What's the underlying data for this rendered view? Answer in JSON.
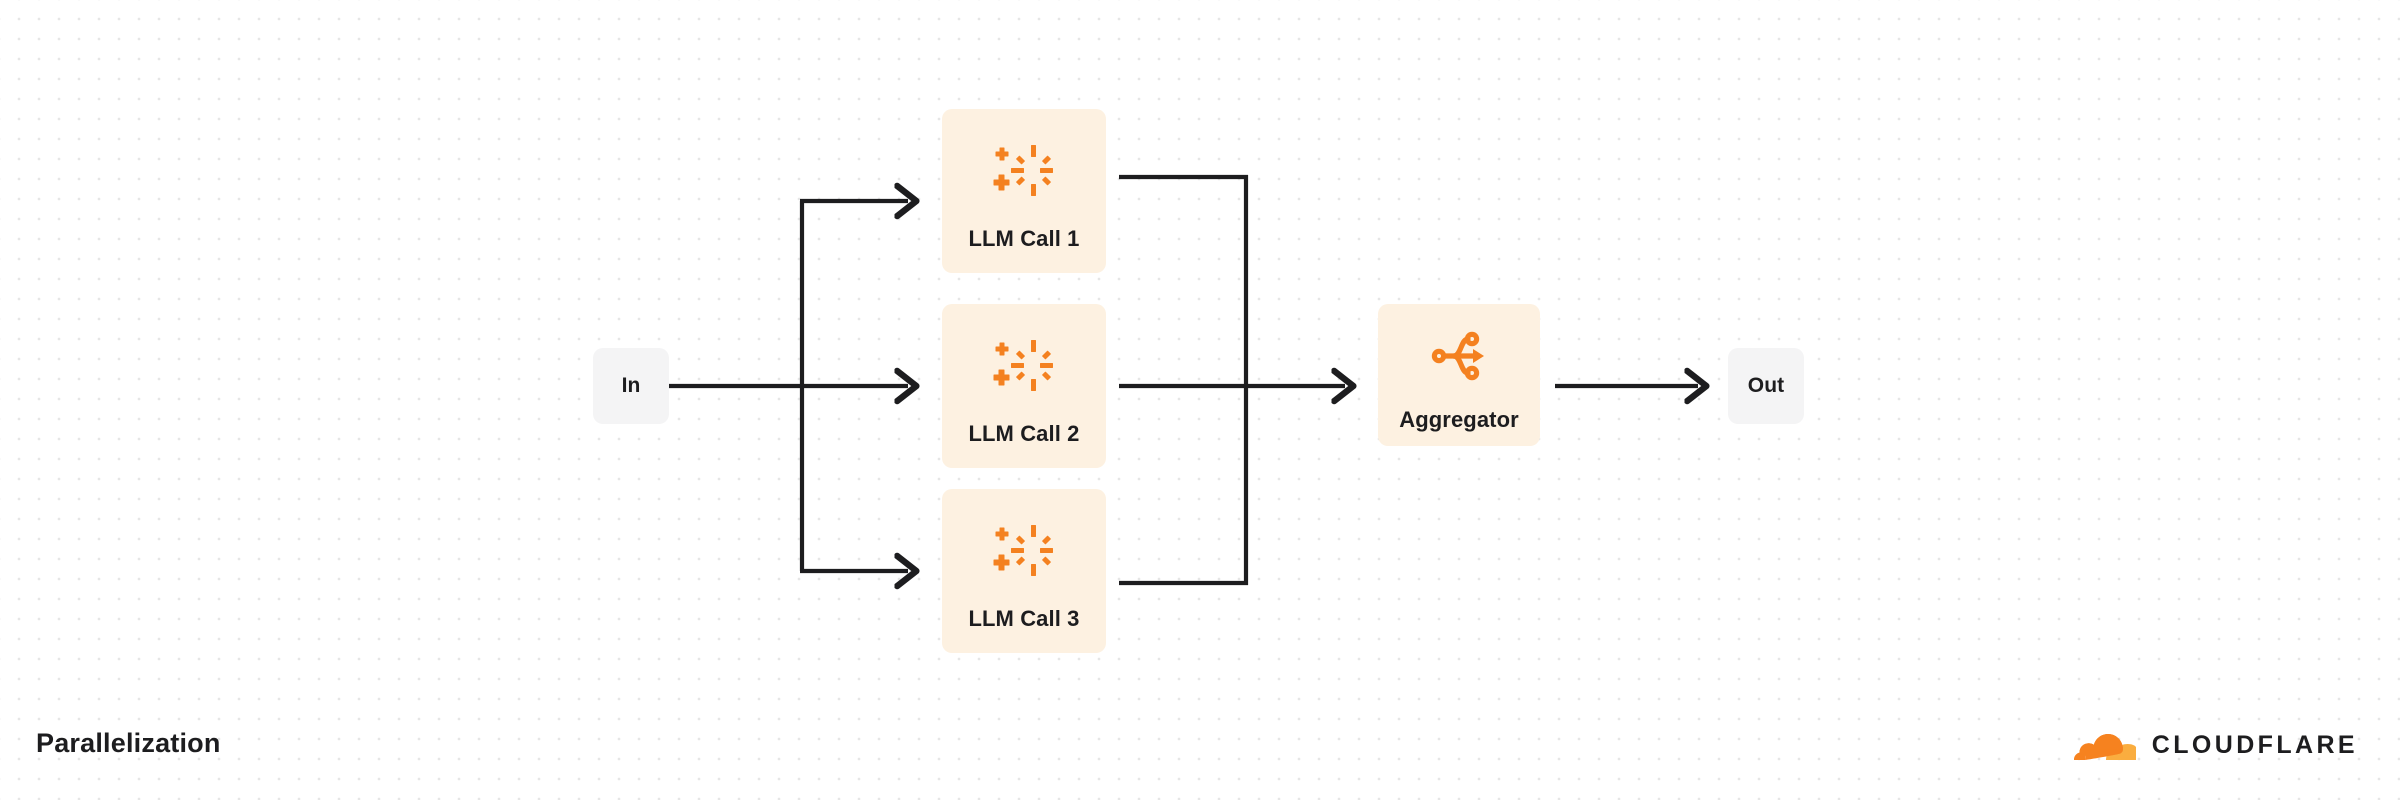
{
  "diagram": {
    "title": "Parallelization",
    "type": "workflow-diagram",
    "colors": {
      "accent_orange": "#f48120",
      "accent_orange_light": "#f6a03c",
      "node_llm_bg": "#fdf1e1",
      "node_io_bg": "#f4f4f5",
      "edge": "#1d1d1f",
      "text": "#1d1d1f",
      "dot_grid": "#e6e6e6"
    },
    "nodes": {
      "input": {
        "label": "In",
        "icon": "none"
      },
      "llm_calls": [
        {
          "label": "LLM Call 1",
          "icon": "sparkle-ai-icon"
        },
        {
          "label": "LLM Call 2",
          "icon": "sparkle-ai-icon"
        },
        {
          "label": "LLM Call 3",
          "icon": "sparkle-ai-icon"
        }
      ],
      "aggregator": {
        "label": "Aggregator",
        "icon": "merge-nodes-icon"
      },
      "output": {
        "label": "Out",
        "icon": "none"
      }
    },
    "edges": [
      {
        "from": "In",
        "to": "LLM Call 1",
        "style": "orthogonal-arrow"
      },
      {
        "from": "In",
        "to": "LLM Call 2",
        "style": "straight-arrow"
      },
      {
        "from": "In",
        "to": "LLM Call 3",
        "style": "orthogonal-arrow"
      },
      {
        "from": "LLM Call 1",
        "to": "Aggregator",
        "style": "orthogonal"
      },
      {
        "from": "LLM Call 2",
        "to": "Aggregator",
        "style": "straight-arrow"
      },
      {
        "from": "LLM Call 3",
        "to": "Aggregator",
        "style": "orthogonal"
      },
      {
        "from": "Aggregator",
        "to": "Out",
        "style": "straight-arrow"
      }
    ]
  },
  "brand": {
    "name": "CLOUDFLARE",
    "logo_icon": "cloudflare-cloud-logo"
  }
}
